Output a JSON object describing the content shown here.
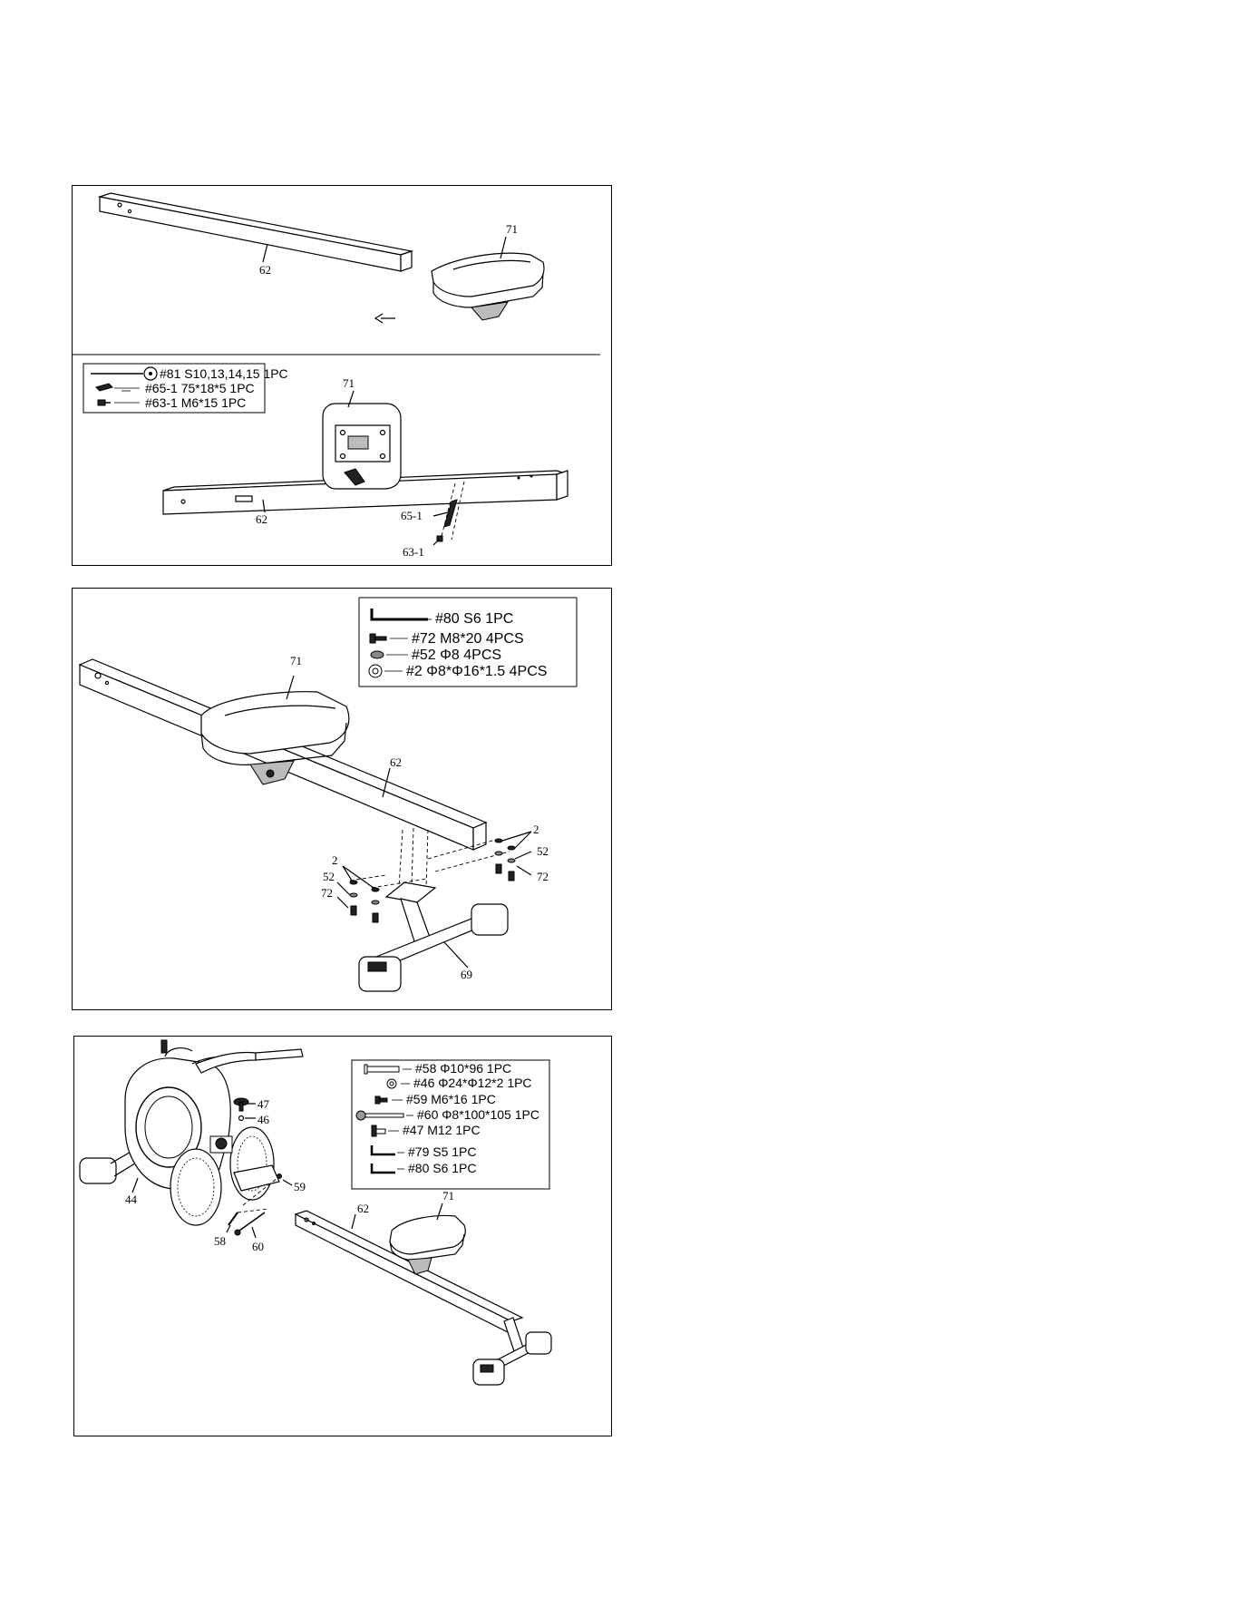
{
  "panels": [
    {
      "callouts": {
        "rail_top": "62",
        "seat_top": "71",
        "seat_bottom": "71",
        "rail_bottom": "62",
        "plate": "65-1",
        "bolt": "63-1"
      },
      "hardware": [
        {
          "part": "#81",
          "spec": "S10,13,14,15",
          "qty": "1PC"
        },
        {
          "part": "#65-1",
          "spec": "75*18*5",
          "qty": "1PC"
        },
        {
          "part": "#63-1",
          "spec": "M6*15",
          "qty": "1PC"
        }
      ]
    },
    {
      "callouts": {
        "seat": "71",
        "rail": "62",
        "stabilizer": "69",
        "left_washer": "2",
        "left_spring_washer": "52",
        "left_bolt": "72",
        "right_washer": "2",
        "right_spring_washer": "52",
        "right_bolt": "72"
      },
      "hardware": [
        {
          "part": "#80",
          "spec": "S6",
          "qty": "1PC"
        },
        {
          "part": "#72",
          "spec": "M8*20",
          "qty": "4PCS"
        },
        {
          "part": "#52",
          "spec": "Φ8",
          "qty": "4PCS"
        },
        {
          "part": "#2",
          "spec": "Φ8*Φ16*1.5",
          "qty": "4PCS"
        }
      ]
    },
    {
      "callouts": {
        "knob": "47",
        "washer": "46",
        "frame": "44",
        "screw": "59",
        "axle": "58",
        "pin": "60",
        "rail": "62",
        "seat": "71"
      },
      "hardware": [
        {
          "part": "#58",
          "spec": "Φ10*96",
          "qty": "1PC"
        },
        {
          "part": "#46",
          "spec": "Φ24*Φ12*2",
          "qty": "1PC"
        },
        {
          "part": "#59",
          "spec": "M6*16",
          "qty": "1PC"
        },
        {
          "part": "#60",
          "spec": "Φ8*100*105",
          "qty": "1PC"
        },
        {
          "part": "#47",
          "spec": "M12",
          "qty": "1PC"
        },
        {
          "part": "#79",
          "spec": "S5",
          "qty": "1PC"
        },
        {
          "part": "#80",
          "spec": "S6",
          "qty": "1PC"
        }
      ]
    }
  ]
}
